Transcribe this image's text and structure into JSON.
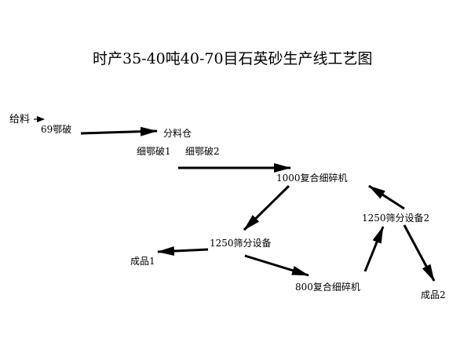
{
  "title": "时产35-40吨40-70目石英砂生产线工艺图",
  "nodes": {
    "feed": "给料",
    "jaw69": "69鄂破",
    "distribution_bin": "分料仓",
    "fine_jaw1": "细鄂破1",
    "fine_jaw2": "细鄂破2",
    "crusher1000": "1000复合细碎机",
    "screen1250_1": "1250筛分设备",
    "product1": "成品1",
    "crusher800": "800复合细碎机",
    "screen1250_2": "1250筛分设备2",
    "product2": "成品2"
  },
  "colors": {
    "text": "#000000",
    "arrow": "#000000",
    "background": "#ffffff"
  }
}
